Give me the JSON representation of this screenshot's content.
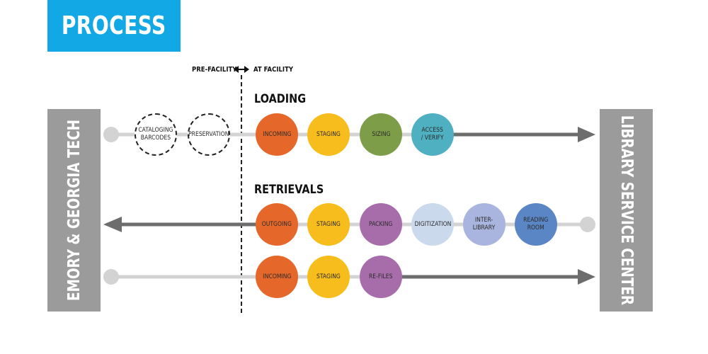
{
  "title": "PROCESS",
  "left_bar_label": "EMORY & GEORGIA TECH",
  "right_bar_label": "LIBRARY SERVICE CENTER",
  "pre_facility": "PRE-FACILITY",
  "at_facility": "AT FACILITY",
  "sections": {
    "loading": "LOADING",
    "retrievals": "RETRIEVALS"
  },
  "colors": {
    "title_bg": "#11a8e5",
    "bar": "#9b9b9b",
    "incoming": "#e5682a",
    "staging": "#f7bd1c",
    "sizing": "#7e9d49",
    "access": "#4eb0c0",
    "packing": "#a76dab",
    "digitization": "#cbd9ed",
    "interlibrary": "#a9b5de",
    "reading_room": "#5b86c5"
  },
  "rows": {
    "pre_facility": [
      {
        "label": "CATALOGING\nBARCODES"
      },
      {
        "label": "PRESERVATION"
      }
    ],
    "loading": [
      {
        "label": "INCOMING",
        "color": "#e5682a"
      },
      {
        "label": "STAGING",
        "color": "#f7bd1c"
      },
      {
        "label": "SIZING",
        "color": "#7e9d49"
      },
      {
        "label": "ACCESS\n/ VERIFY",
        "color": "#4eb0c0"
      }
    ],
    "retrievals": [
      {
        "label": "OUTGOING",
        "color": "#e5682a"
      },
      {
        "label": "STAGING",
        "color": "#f7bd1c"
      },
      {
        "label": "PACKING",
        "color": "#a76dab"
      },
      {
        "label": "DIGITIZATION",
        "color": "#cbd9ed"
      },
      {
        "label": "INTER-\nLIBRARY",
        "color": "#a9b5de"
      },
      {
        "label": "READING\nROOM",
        "color": "#5b86c5"
      }
    ],
    "refiles": [
      {
        "label": "INCOMING",
        "color": "#e5682a"
      },
      {
        "label": "STAGING",
        "color": "#f7bd1c"
      },
      {
        "label": "RE-FILES",
        "color": "#a76dab"
      }
    ]
  }
}
